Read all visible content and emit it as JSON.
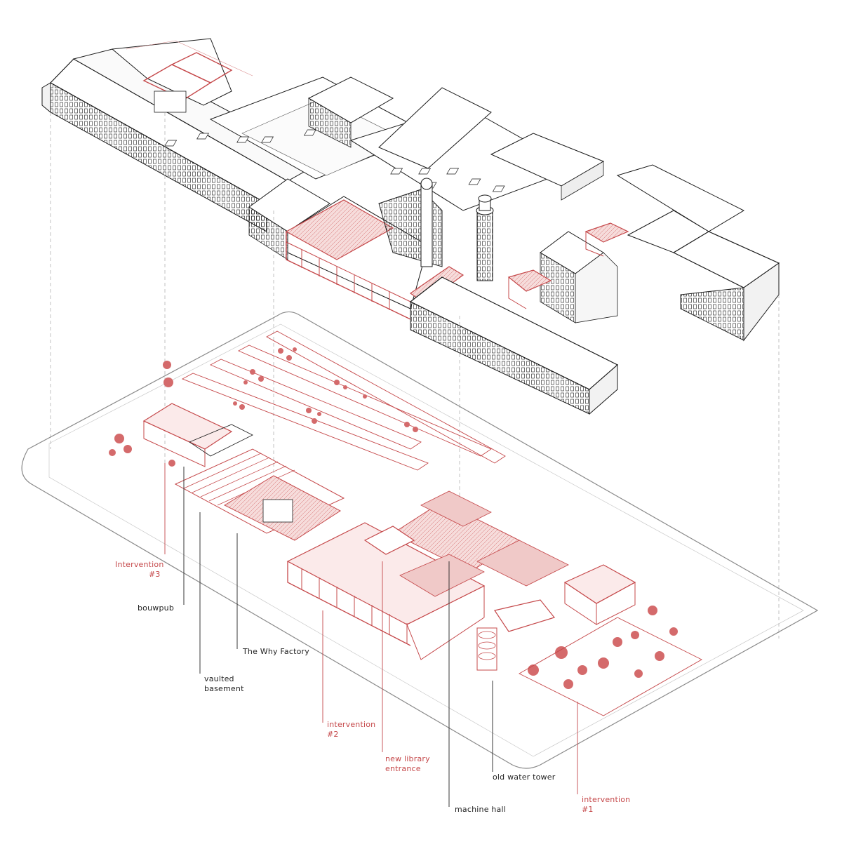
{
  "colors": {
    "accent": "#c5484a",
    "accent_fill": "#f0c9c8",
    "line": "#1a1a1a",
    "guide": "#9a9a9a"
  },
  "labels": {
    "intervention_3": {
      "line1": "Intervention",
      "line2": "#3"
    },
    "bouwpub": {
      "line1": "bouwpub"
    },
    "why_factory": {
      "line1": "The Why Factory"
    },
    "vaulted_basement": {
      "line1": "vaulted",
      "line2": "basement"
    },
    "intervention_2": {
      "line1": "intervention",
      "line2": "#2"
    },
    "new_library_entrance": {
      "line1": "new library",
      "line2": "entrance"
    },
    "old_water_tower": {
      "line1": "old water tower"
    },
    "machine_hall": {
      "line1": "machine hall"
    },
    "intervention_1": {
      "line1": "intervention",
      "line2": "#1"
    }
  }
}
